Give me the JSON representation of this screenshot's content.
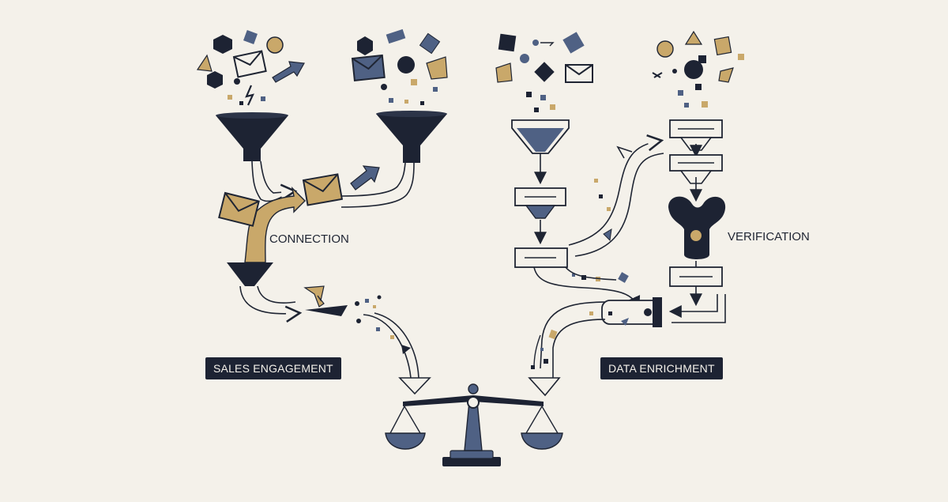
{
  "labels": {
    "connection": "CONNECTION",
    "verification": "VERIFICATION",
    "sales_engagement": "SALES ENGAGEMENT",
    "data_enrichment": "DATA ENRICHMENT"
  },
  "colors": {
    "background": "#f4f1ea",
    "navy": "#1d2333",
    "slate_blue": "#4f6184",
    "gold": "#c9a86a",
    "outline": "#1f2533"
  },
  "icons": [
    "funnel-icon",
    "envelope-icon",
    "arrow-icon",
    "hexagon-icon",
    "circle-icon",
    "triangle-icon",
    "square-icon",
    "lightning-icon",
    "filter-box-icon",
    "valve-icon",
    "balance-scale-icon"
  ]
}
